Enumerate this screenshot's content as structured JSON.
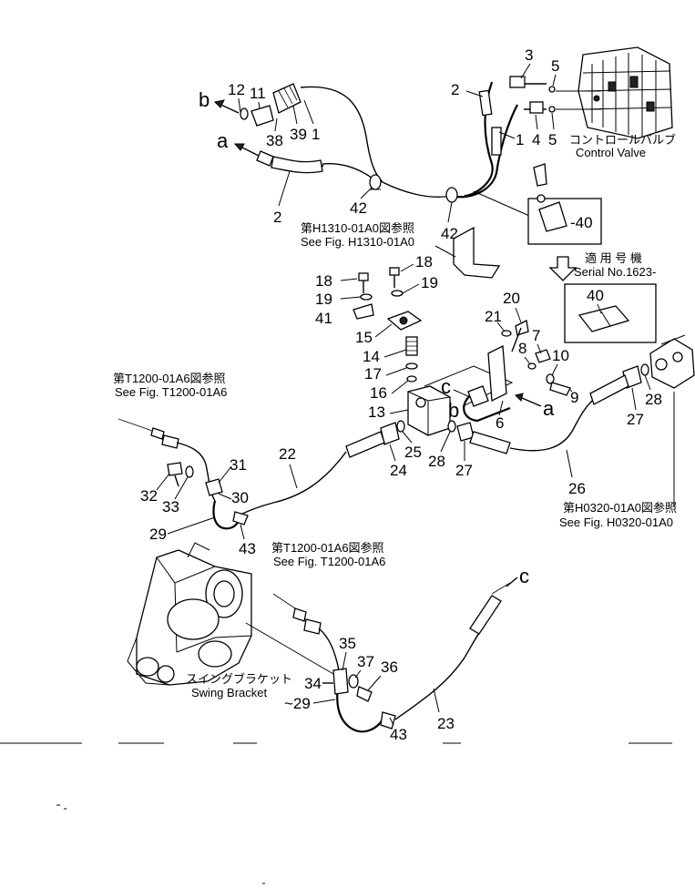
{
  "labels": {
    "control_valve_jp": "コントロールバルブ",
    "control_valve_en": "Control Valve",
    "ref_h1310_jp": "第H1310-01A0図参照",
    "ref_h1310_en": "See Fig. H1310-01A0",
    "serial_jp": "適 用 号 機",
    "serial_en": "Serial No.1623-",
    "ref_t1200_left_jp": "第T1200-01A6図参照",
    "ref_t1200_left_en": "See Fig. T1200-01A6",
    "ref_t1200_mid_jp": "第T1200-01A6図参照",
    "ref_t1200_mid_en": "See Fig. T1200-01A6",
    "ref_h0320_jp": "第H0320-01A0図参照",
    "ref_h0320_en": "See Fig. H0320-01A0",
    "swing_bracket_jp": "スイングブラケット",
    "swing_bracket_en": "Swing Bracket"
  },
  "letters": {
    "b_top": "b",
    "a_top": "a",
    "c_mid": "c",
    "b_mid": "b",
    "a_mid": "a",
    "c_bottom": "c"
  },
  "part_numbers": {
    "p3": "3",
    "p5a": "5",
    "p2a": "2",
    "p5b": "5",
    "p1a": "1",
    "p4": "4",
    "p12": "12",
    "p11": "11",
    "p38": "38",
    "p39": "39",
    "p1b": "1",
    "p2b": "2",
    "p42a": "42",
    "p42b": "42",
    "p40a": "-40",
    "p40b": "40",
    "p18a": "18",
    "p18b": "18",
    "p19a": "19",
    "p19b": "19",
    "p41": "41",
    "p15": "15",
    "p14": "14",
    "p17": "17",
    "p16": "16",
    "p13": "13",
    "p20": "20",
    "p21": "21",
    "p7": "7",
    "p8": "8",
    "p10": "10",
    "p9": "9",
    "p6": "6",
    "p25": "25",
    "p28a": "28",
    "p24": "24",
    "p27a": "27",
    "p22": "22",
    "p31": "31",
    "p32": "32",
    "p33": "33",
    "p30": "30",
    "p29a": "29",
    "p43a": "43",
    "p26": "26",
    "p27b": "27",
    "p28b": "28",
    "p35": "35",
    "p37": "37",
    "p36": "36",
    "p34": "34",
    "p29b": "~29",
    "p43b": "43",
    "p23": "23"
  }
}
